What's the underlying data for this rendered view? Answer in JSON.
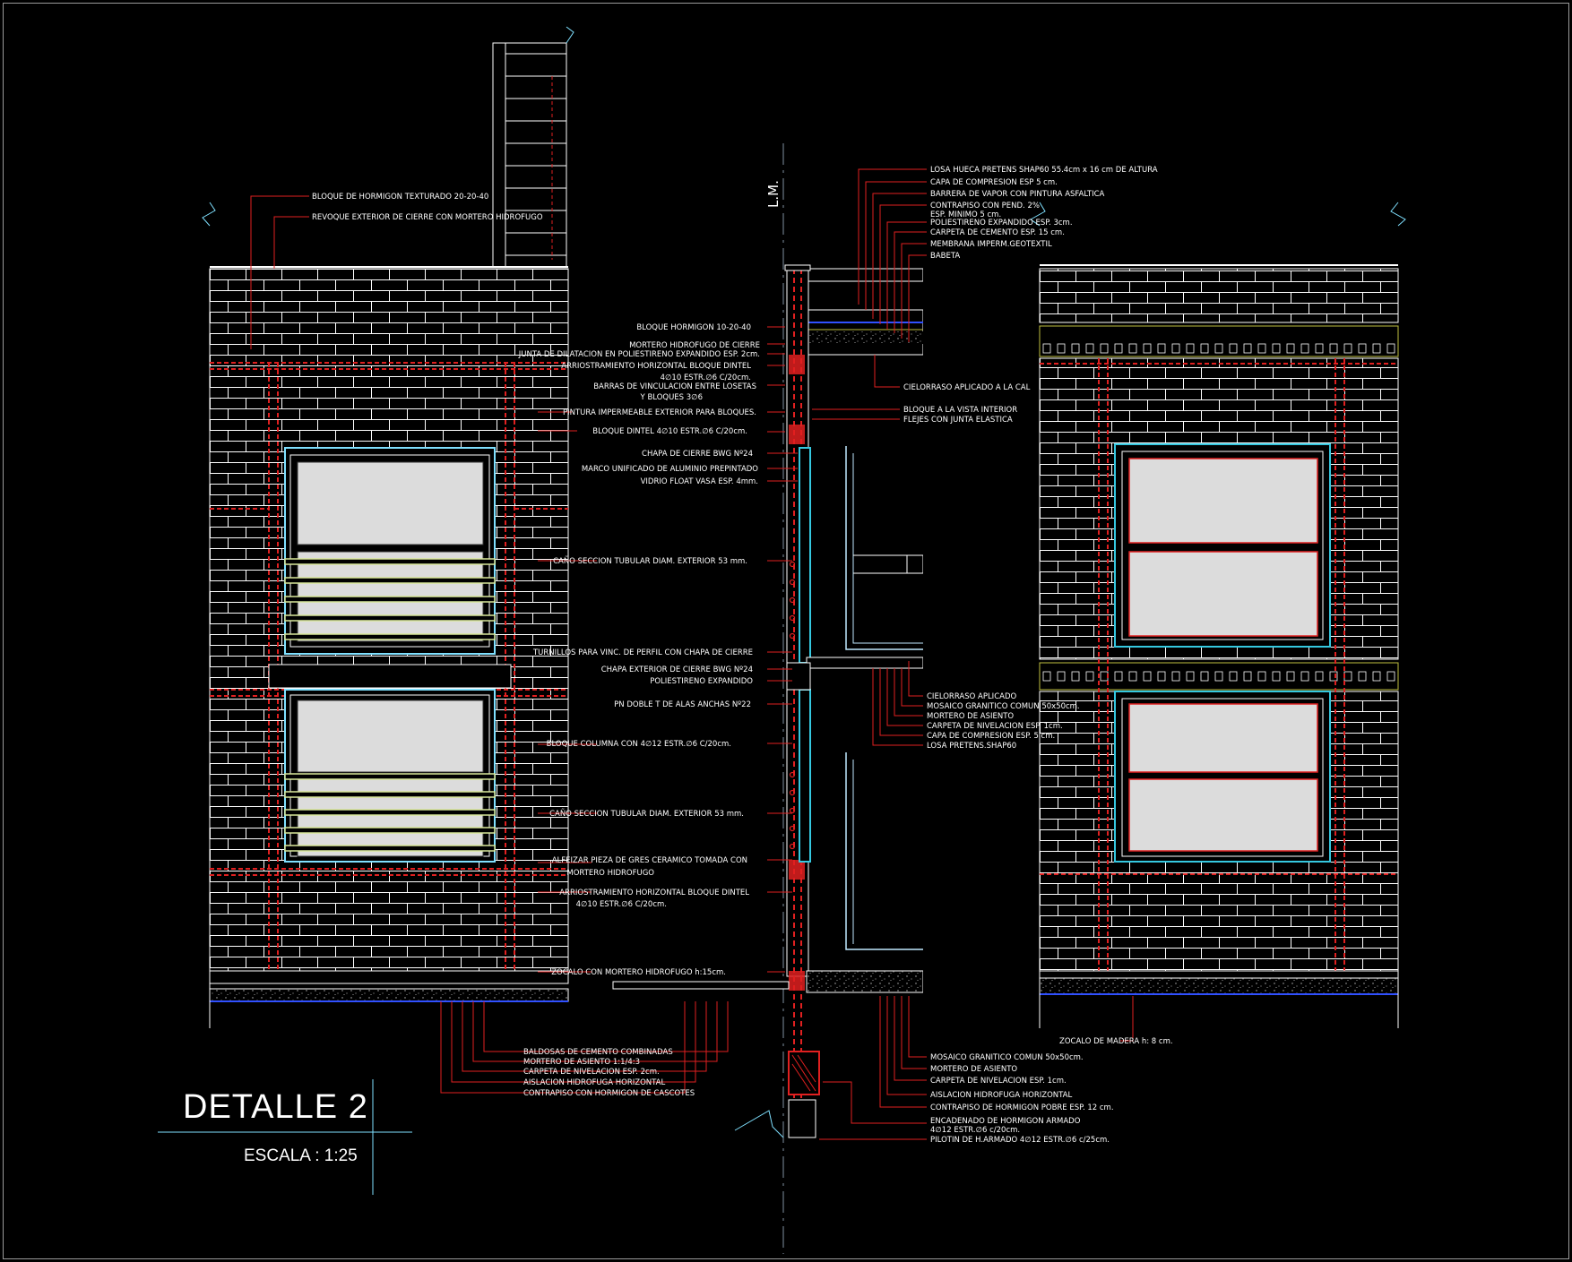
{
  "title": "DETALLE 2",
  "scale": "ESCALA : 1:25",
  "lm_label": "L.M.",
  "colors": {
    "background": "#000000",
    "wall_lines": "#ffffff",
    "reinforcement": "#e02020",
    "frames": "#35c8e0",
    "glass": "#dcdcdc",
    "leaders": "#e02020",
    "ground": "#2020e0"
  },
  "labels_left_elevation": [
    "BLOQUE DE HORMIGON TEXTURADO 20-20-40",
    "REVOQUE EXTERIOR DE CIERRE CON MORTERO HIDROFUGO"
  ],
  "labels_section_left": [
    "BLOQUE HORMIGON 10-20-40",
    "MORTERO HIDROFUGO DE CIERRE",
    "JUNTA DE DILATACION EN POLIESTIRENO EXPANDIDO ESP. 2cm.",
    "ARRIOSTRAMIENTO HORIZONTAL BLOQUE DINTEL",
    "4∅10 ESTR.∅6 C/20cm.",
    "BARRAS DE VINCULACION ENTRE LOSETAS",
    "Y BLOQUES 3∅6",
    "PINTURA IMPERMEABLE EXTERIOR PARA BLOQUES.",
    "BLOQUE DINTEL   4∅10 ESTR.∅6 C/20cm.",
    "CHAPA DE CIERRE BWG Nº24",
    "MARCO UNIFICADO DE ALUMINIO PREPINTADO",
    "VIDRIO FLOAT VASA ESP. 4mm.",
    "CAÑO SECCION TUBULAR DIAM. EXTERIOR 53 mm.",
    "TURNILLOS PARA VINC. DE PERFIL CON CHAPA DE CIERRE",
    "CHAPA  EXTERIOR DE CIERRE BWG Nº24",
    "POLIESTIRENO EXPANDIDO",
    "PN DOBLE T DE ALAS ANCHAS Nº22",
    "BLOQUE COLUMNA CON 4∅12 ESTR.∅6 C/20cm.",
    "CAÑO SECCION TUBULAR DIAM. EXTERIOR 53 mm.",
    "ALFEIZAR PIEZA DE GRES CERAMICO TOMADA CON",
    "MORTERO HIDROFUGO",
    "ARRIOSTRAMIENTO HORIZONTAL BLOQUE DINTEL",
    "4∅10 ESTR.∅6 C/20cm.",
    "ZOCALO CON MORTERO HIDROFUGO h:15cm."
  ],
  "labels_section_right": [
    "LOSA HUECA PRETENS SHAP60 55.4cm x 16 cm DE ALTURA",
    "CAPA DE COMPRESION ESP 5 cm.",
    "BARRERA DE VAPOR CON PINTURA ASFALTICA",
    "CONTRAPISO CON PEND. 2%",
    "ESP. MINIMO 5 cm.",
    "POLIESTIRENO EXPANDIDO ESP. 3cm.",
    "CARPETA DE CEMENTO ESP. 15 cm.",
    "MEMBRANA IMPERM.GEOTEXTIL",
    "BABETA",
    "CIELORRASO APLICADO A LA CAL",
    "BLOQUE A LA VISTA INTERIOR",
    "FLEJES CON JUNTA ELASTICA",
    "CIELORRASO APLICADO",
    "MOSAICO GRANITICO COMUN 50x50cm.",
    "MORTERO DE ASIENTO",
    "CARPETA DE NIVELACION ESP. 1cm.",
    "CAPA DE COMPRESION ESP. 5 cm.",
    "LOSA PRETENS.SHAP60"
  ],
  "labels_bottom_left": [
    "BALDOSAS DE CEMENTO COMBINADAS",
    "MORTERO DE ASIENTO 1:1/4:3",
    "CARPETA DE NIVELACION ESP. 2cm.",
    "AISLACION HIDROFUGA HORIZONTAL",
    "CONTRAPISO CON HORMIGON DE CASCOTES"
  ],
  "labels_bottom_right": [
    "ZOCALO DE MADERA h: 8 cm.",
    "MOSAICO GRANITICO COMUN 50x50cm.",
    "MORTERO DE ASIENTO",
    "CARPETA DE NIVELACION ESP. 1cm.",
    "AISLACION HIDROFUGA HORIZONTAL",
    "CONTRAPISO DE HORMIGON POBRE ESP. 12 cm.",
    "ENCADENADO DE HORMIGON ARMADO",
    "4∅12 ESTR.∅6 c/20cm.",
    "PILOTIN DE H.ARMADO  4∅12 ESTR.∅6 c/25cm."
  ]
}
